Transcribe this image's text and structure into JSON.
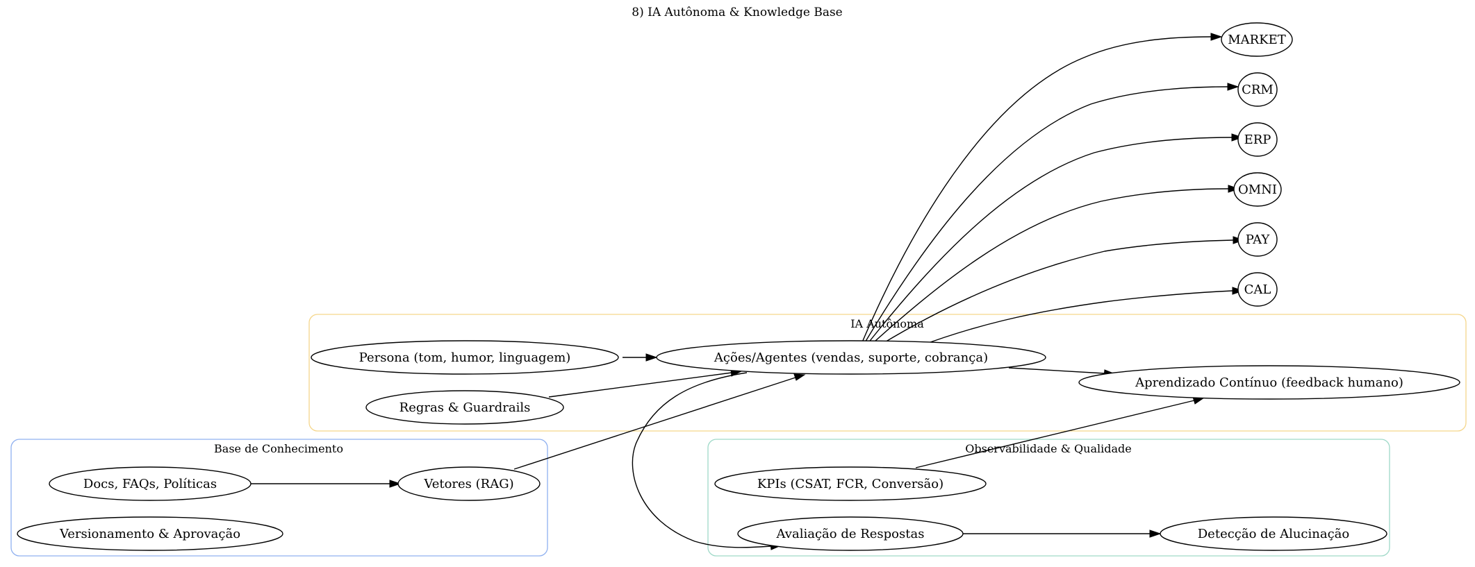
{
  "title": "8) IA Autônoma & Knowledge Base",
  "colors": {
    "ia_cluster": "#f5d68a",
    "kb_cluster": "#8fb0f0",
    "obs_cluster": "#9fd9c8"
  },
  "clusters": {
    "ia": {
      "label": "IA Autônoma"
    },
    "kb": {
      "label": "Base de Conhecimento"
    },
    "obs": {
      "label": "Observabilidade & Qualidade"
    }
  },
  "nodes": {
    "market": "MARKET",
    "crm": "CRM",
    "erp": "ERP",
    "omni": "OMNI",
    "pay": "PAY",
    "cal": "CAL",
    "persona": "Persona (tom, humor, linguagem)",
    "acoes": "Ações/Agentes (vendas, suporte, cobrança)",
    "regras": "Regras & Guardrails",
    "aprendizado": "Aprendizado Contínuo (feedback humano)",
    "docs": "Docs, FAQs, Políticas",
    "vetores": "Vetores (RAG)",
    "versionamento": "Versionamento & Aprovação",
    "kpis": "KPIs (CSAT, FCR, Conversão)",
    "avaliacao": "Avaliação de Respostas",
    "deteccao": "Detecção de Alucinação"
  },
  "edges": [
    [
      "acoes",
      "market"
    ],
    [
      "acoes",
      "crm"
    ],
    [
      "acoes",
      "erp"
    ],
    [
      "acoes",
      "omni"
    ],
    [
      "acoes",
      "pay"
    ],
    [
      "acoes",
      "cal"
    ],
    [
      "persona",
      "acoes"
    ],
    [
      "regras",
      "acoes"
    ],
    [
      "acoes",
      "aprendizado"
    ],
    [
      "docs",
      "vetores"
    ],
    [
      "vetores",
      "acoes"
    ],
    [
      "acoes",
      "avaliacao"
    ],
    [
      "kpis",
      "aprendizado"
    ],
    [
      "avaliacao",
      "deteccao"
    ]
  ]
}
